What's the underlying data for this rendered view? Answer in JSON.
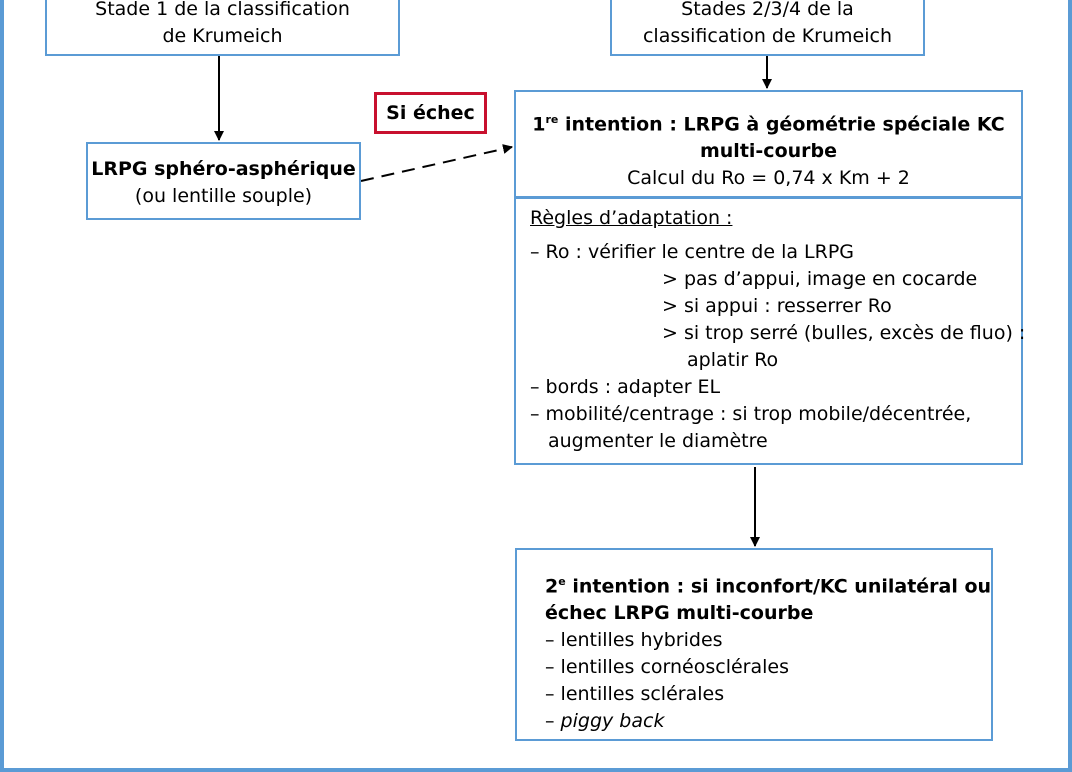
{
  "stage1_box": {
    "line1": "Stade 1 de la classification",
    "line2": "de Krumeich"
  },
  "stage234_box": {
    "line1": "Stades 2/3/4 de la",
    "line2": "classification de Krumeich"
  },
  "sphero_box": {
    "title": "LRPG sphéro-asphérique",
    "subtitle": "(ou lentille souple)"
  },
  "failure_badge": "Si échec",
  "first_intention": {
    "ordinal": "1",
    "ordinal_sup": "re",
    "title_line1": " intention : LRPG à géométrie spéciale KC",
    "title_line2": "multi-courbe",
    "formula": "Calcul du Ro = 0,74 x Km + 2"
  },
  "adaptation_rules": {
    "title": "Règles d’adaptation :",
    "items": [
      "– Ro : vérifier le centre de la LRPG",
      "> pas d’appui, image en cocarde",
      "> si appui : resserrer Ro",
      "> si trop serré (bulles, excès de fluo) :",
      "aplatir Ro",
      "– bords : adapter EL",
      "– mobilité/centrage : si trop mobile/décentrée,",
      "augmenter le diamètre"
    ]
  },
  "second_intention": {
    "ordinal": "2",
    "ordinal_sup": "e",
    "title_line1": " intention : si inconfort/KC unilatéral ou",
    "title_line2": "échec LRPG multi-courbe",
    "items": [
      "– lentilles hybrides",
      "– lentilles cornéosclérales",
      "– lentilles sclérales"
    ],
    "last_prefix": "– ",
    "last_item_italic": "piggy back"
  },
  "colors": {
    "box_border": "#5b9bd5",
    "badge_border": "#c8102e",
    "arrow": "#000000"
  }
}
